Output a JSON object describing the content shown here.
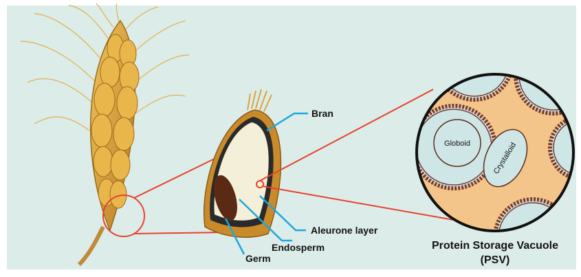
{
  "labels": {
    "bran": "Bran",
    "aleurone": "Aleurone layer",
    "endosperm": "Endosperm",
    "germ": "Germ",
    "globoid": "Globoid",
    "crystalloid": "Crystalloid",
    "psv_title": "Protein Storage Vacuole",
    "psv_abbr": "(PSV)"
  },
  "colors": {
    "background": "#dcece8",
    "leader": "#1aa7e0",
    "zoom_line": "#e8412c",
    "wheat": "#d9a440",
    "bran": "#c98a2a",
    "endosperm": "#f4efd8",
    "germ": "#5a2a14",
    "psv_fill": "#f3c58a",
    "psv_ring": "#7a3a2a",
    "body_fill": "#cfe6e6"
  }
}
